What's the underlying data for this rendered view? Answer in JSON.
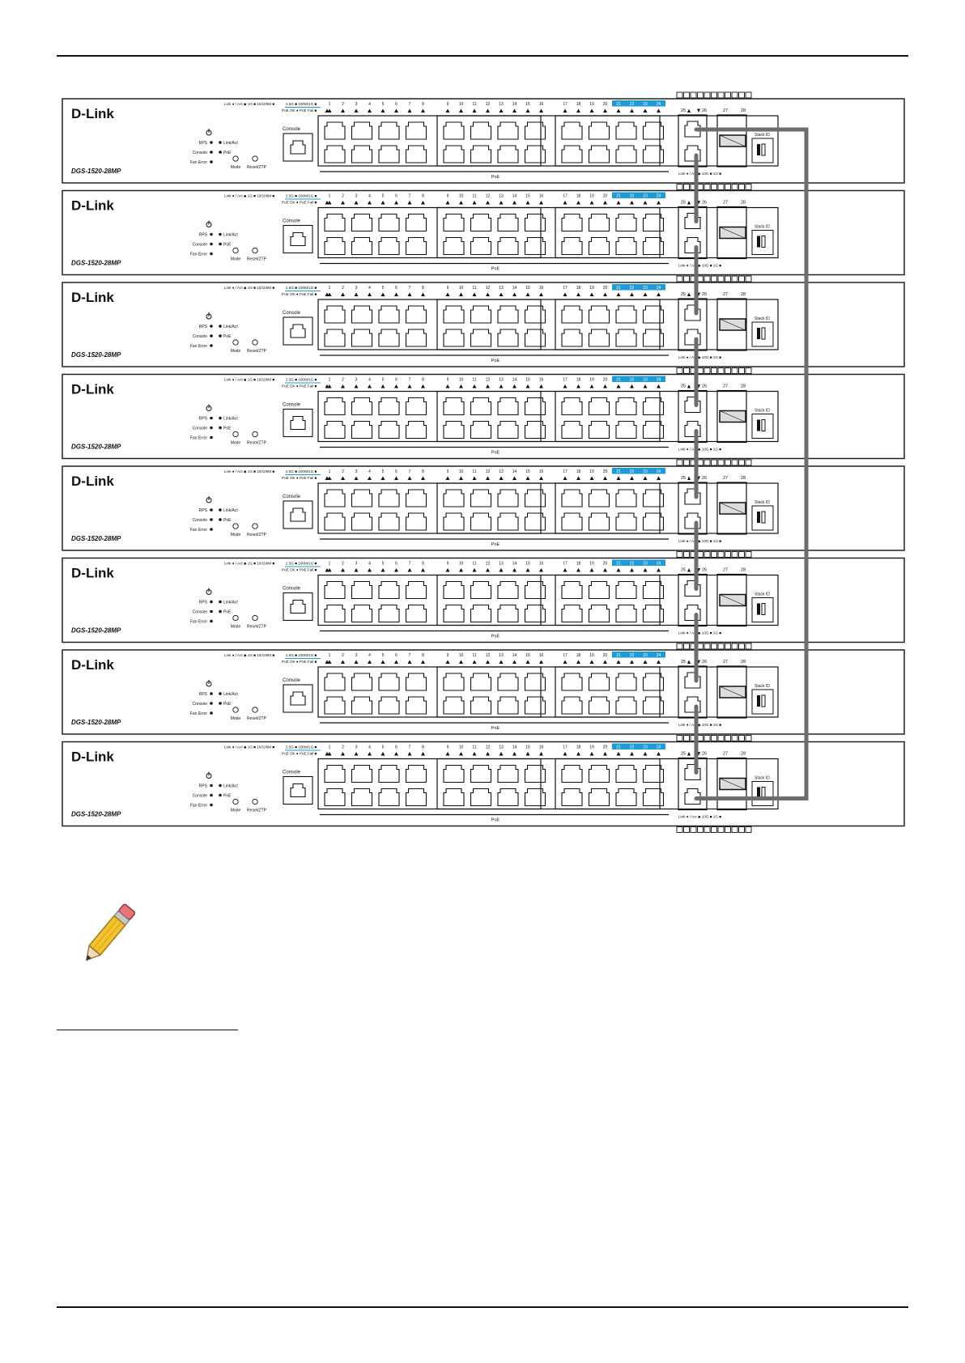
{
  "brand": "D-Link",
  "model": "DGS-1520-28MP",
  "switch_count": 8,
  "labels": {
    "console": "Console",
    "rps": "RPS",
    "console_led": "Console",
    "fan_error": "Fan Error",
    "link_act": "Link/Act",
    "poe_led": "PoE",
    "mode": "Mode",
    "reset": "Reset/ZTP",
    "poe_strip": "PoE",
    "stack_id": "Stack ID",
    "legend_top": "Link ● / Act ◆ 1G ■ 10/100M ■",
    "legend_speed": "2.5G ■ 100M/1G ■",
    "legend_poe": "PoE OK ● PoE Fail ■",
    "sfp_legend": "Link ● / Act ◆ 10G ■ 1G ■"
  },
  "port_numbers": [
    "1",
    "2",
    "3",
    "4",
    "5",
    "6",
    "7",
    "8",
    "9",
    "10",
    "11",
    "12",
    "13",
    "14",
    "15",
    "16",
    "17",
    "18",
    "19",
    "20",
    "21",
    "22",
    "23",
    "24"
  ],
  "uplink_numbers": [
    "25",
    "26",
    "27",
    "28"
  ],
  "colors": {
    "accent": "#1e9ad6",
    "cable": "#6d6d6d",
    "line": "#111111"
  }
}
